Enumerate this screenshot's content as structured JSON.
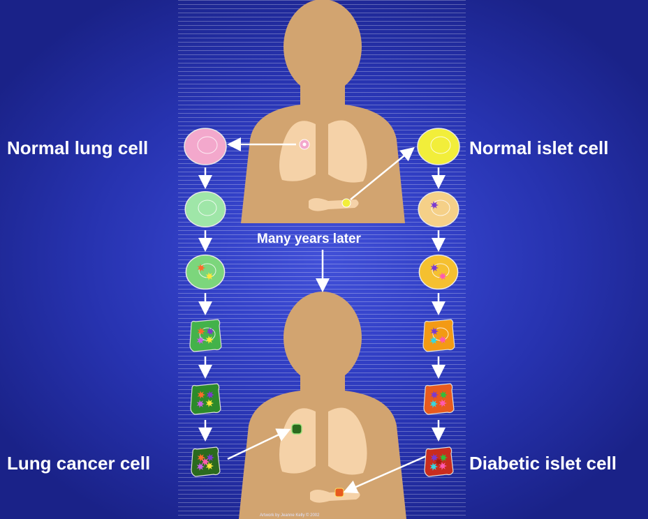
{
  "labels": {
    "normal_lung": "Normal lung cell",
    "normal_islet": "Normal islet cell",
    "many_years": "Many years later",
    "lung_cancer": "Lung cancer cell",
    "diabetic_islet": "Diabetic islet cell",
    "credit": "Artwork by Jeanne Kelly © 2002"
  },
  "colors": {
    "background": "#2a36b8",
    "body": "#d2a470",
    "lung": "#f5d2a8",
    "arrow": "#ffffff"
  },
  "lung_cells": [
    {
      "stage": 1,
      "fill": "#f3a8cc",
      "mutations": 0
    },
    {
      "stage": 2,
      "fill": "#9fe6a8",
      "mutations": 0
    },
    {
      "stage": 3,
      "fill": "#7cd67c",
      "mutations": 2
    },
    {
      "stage": 4,
      "fill": "#43b24a",
      "mutations": 4
    },
    {
      "stage": 5,
      "fill": "#2c8a2a",
      "mutations": 4
    },
    {
      "stage": 6,
      "fill": "#2b6a1e",
      "mutations": 5
    }
  ],
  "islet_cells": [
    {
      "stage": 1,
      "fill": "#f2ee3a",
      "mutations": 0
    },
    {
      "stage": 2,
      "fill": "#f5d088",
      "mutations": 1
    },
    {
      "stage": 3,
      "fill": "#f5c030",
      "mutations": 2
    },
    {
      "stage": 4,
      "fill": "#f39a14",
      "mutations": 3
    },
    {
      "stage": 5,
      "fill": "#e85a1e",
      "mutations": 4
    },
    {
      "stage": 6,
      "fill": "#c82c1e",
      "mutations": 5
    }
  ],
  "mutation_colors": [
    "#ff6a2a",
    "#ffe83a",
    "#c860e8",
    "#7a3ad0",
    "#ff5ab0",
    "#35d8e0",
    "#2fbf3a",
    "#a01a10"
  ]
}
